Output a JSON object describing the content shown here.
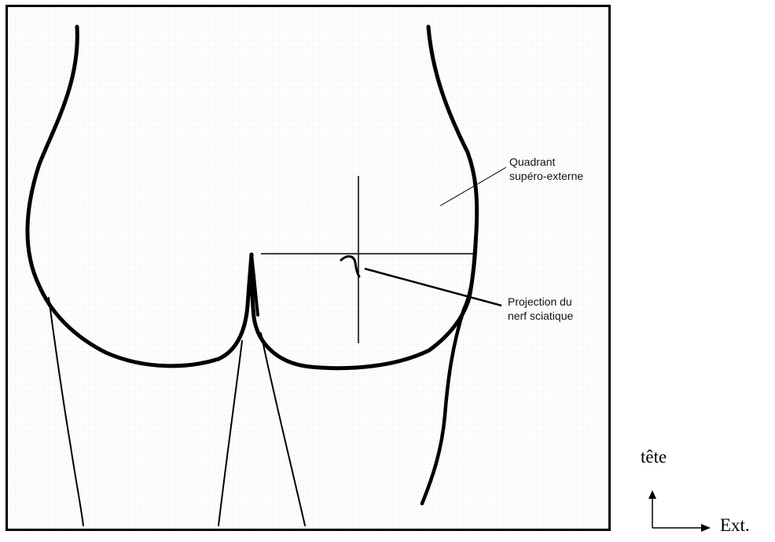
{
  "diagram": {
    "labels": {
      "quadrant_line1": "Quadrant",
      "quadrant_line2": "supéro-externe",
      "sciatic_line1": "Projection du",
      "sciatic_line2": "nerf sciatique"
    }
  },
  "orientation": {
    "up_label": "tête",
    "right_label": "Ext."
  },
  "colors": {
    "ink": "#000000",
    "background": "#ffffff"
  }
}
